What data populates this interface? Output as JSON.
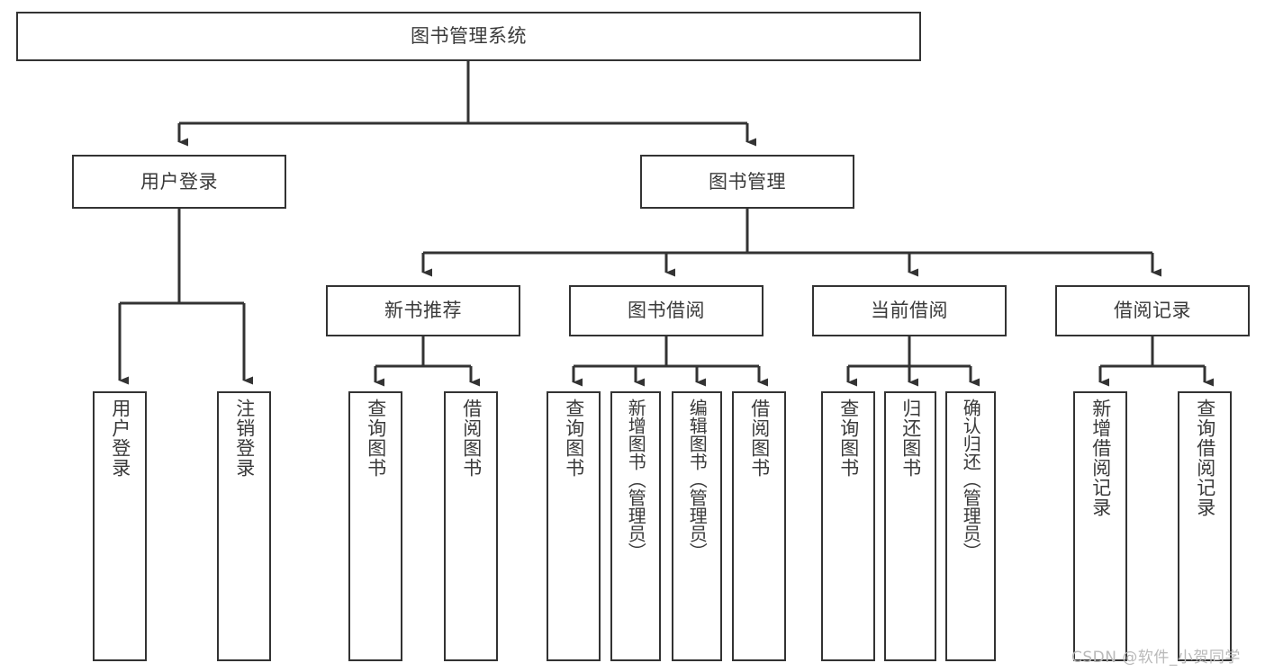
{
  "diagram": {
    "title": "图书管理系统",
    "type": "tree-hierarchy",
    "colors": {
      "box_border": "#333333",
      "box_fill": "#ffffff",
      "connector": "#333333",
      "text": "#3a3a3a",
      "watermark": "#b9b9b9"
    },
    "root": {
      "label": "图书管理系统"
    },
    "level2": [
      {
        "label": "用户登录"
      },
      {
        "label": "图书管理"
      }
    ],
    "level3": [
      {
        "label": "新书推荐"
      },
      {
        "label": "图书借阅"
      },
      {
        "label": "当前借阅"
      },
      {
        "label": "借阅记录"
      }
    ],
    "leaves": {
      "user_login": [
        {
          "label": "用户登录"
        },
        {
          "label": "注销登录"
        }
      ],
      "new_book_recommend": [
        {
          "label": "查询图书"
        },
        {
          "label": "借阅图书"
        }
      ],
      "book_borrow": [
        {
          "label": "查询图书"
        },
        {
          "label": "新增图书（管理员）"
        },
        {
          "label": "编辑图书（管理员）"
        },
        {
          "label": "借阅图书"
        }
      ],
      "current_borrow": [
        {
          "label": "查询图书"
        },
        {
          "label": "归还图书"
        },
        {
          "label": "确认归还（管理员）"
        }
      ],
      "borrow_record": [
        {
          "label": "新增借阅记录"
        },
        {
          "label": "查询借阅记录"
        }
      ]
    }
  },
  "watermark": {
    "text": "CSDN @软件_小贺同学"
  }
}
